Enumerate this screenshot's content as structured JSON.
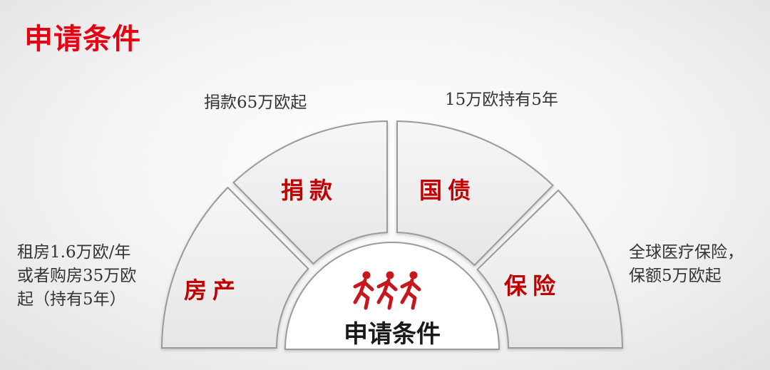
{
  "title": "申请条件",
  "segments": {
    "property": "房产",
    "donation": "捐款",
    "bond": "国债",
    "insurance": "保险"
  },
  "notes": {
    "donation": "捐款65万欧起",
    "bond": "15万欧持有5年",
    "property": "租房1.6万欧/年\n或者购房35万欧\n起（持有5年）",
    "insurance": "全球医疗保险，\n保额5万欧起"
  },
  "center": {
    "label": "申请条件",
    "icon": "running-people-icon"
  },
  "colors": {
    "accent": "#e60012",
    "segment_text": "#c00000",
    "segment_fill": "#eeeeee",
    "segment_stroke": "#9a9a9a"
  }
}
